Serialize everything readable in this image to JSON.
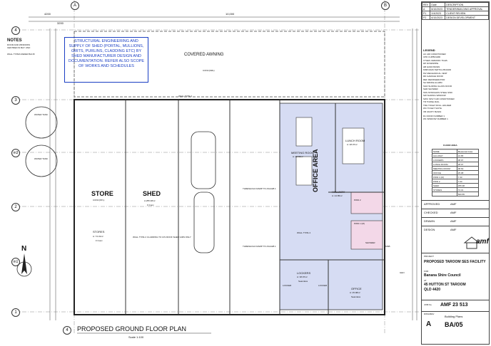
{
  "notes": {
    "title": "NOTES",
    "line1": "DOOR AND WINDOWS",
    "line2": "CENTRED IN BAY UNO",
    "wall_types": "WALL TYPES REFER BA/15"
  },
  "structural_note": "STRUCTURAL ENGINEERING AND SUPPLY OF SHED (PORTAL, MULLIONS, GIRTS, PURLINS, CLADDING ETC) BY SHED MANUFACTURER DESIGN AND DOCUMENTATION. REFER ALSO SCOPE OF WORKS AND SCHEDULES",
  "grid": {
    "top": [
      "A",
      "B"
    ],
    "left": [
      "4",
      "3",
      "m3",
      "2",
      "m1",
      "1"
    ],
    "bottom": [
      "4"
    ]
  },
  "dimensions": {
    "top_left": "4200",
    "top_a": "3200",
    "top_b": "10,000",
    "right_a": "6300",
    "right_b": "5000",
    "right_c": "3000"
  },
  "labels": {
    "covered_awning": "COVERED AWNING",
    "conc_slab": "CONC(SRL)",
    "water_tank_1": "WATER TANK",
    "water_tank_2": "WATER TANK",
    "store": "STORE",
    "store_sub": "CONC(STL)",
    "stores": "STORES",
    "stores_area": "A: 74.31m²",
    "stores_fin": "F:Conc",
    "shed": "SHED",
    "shed_area": "A:255.38m²",
    "shed_fin": "F:Conc",
    "wall_type2": "WALL TYPE 2",
    "wall_type3": "WALL TYPE 3",
    "wall_type4": "WALL TYPE 4",
    "cladding_note": "WALL TYPE 2 CLADDING TO U/S ROOF SHED GIRS ONLY",
    "threshold_ramp": "THRESHOLD RAMP TO AS1428.1",
    "office_area": "OFFICE AREA",
    "meeting_room": "MEETING ROOM",
    "meeting_area": "A: 38.63m²",
    "lunch_room": "LUNCH ROOM",
    "lunch_area": "A: 28.07m²",
    "hallway": "HALLWAY",
    "hallway_area": "A: 24.85m²",
    "pwd1": "PWD 1 (M)",
    "pwd2": "PWD 2",
    "lockers": "LOCKERS",
    "lockers_area": "A: 38.97m²",
    "lockers_fin": "Seamless",
    "office": "OFFICE",
    "office_area_val": "A: 25.98m²",
    "office_fin": "Seamless",
    "locker": "LOCKER",
    "msb": "MSB",
    "gen": "GEN",
    "shower": "SHOWER",
    "plan_title": "PROPOSED GROUND FLOOR PLAN",
    "scale": "Scale 1:100",
    "north": "N"
  },
  "revisions": {
    "headers": [
      "REV",
      "Date",
      "DESCRIPTION"
    ],
    "rows": [
      [
        "A",
        "8/10/2023",
        "TENDER/BUILDING APPROVAL"
      ],
      [
        "P1",
        "2/4/2023",
        "CLIENT REVIEW"
      ],
      [
        "P2",
        "6/10/2023",
        "DESIGN DEVELOPMENT"
      ]
    ]
  },
  "legend": {
    "title": "LEGEND",
    "items": [
      "AC  AIR CONDITIONER",
      "CPD  CUPBOARD",
      "CT&ES  CERAMIC TILES",
      "DP  DOWNPIPE",
      "HB  HAND BASIN",
      "MSB  MAIN SWITCH BOARD",
      "MV  MECHANICAL VENT",
      "RD  GARAGE DOOR",
      "REF  REFRIGERATOR",
      "SA  SMOKE ALARM",
      "SGD  SLIDING GLASS DOOR",
      "SHR  SHOWER",
      "SSS  STAINLESS STEEL SINK",
      "SW  SLIDING WINDOW",
      "SWC  SPLIT AIR CONDITIONER",
      "TR  TOWEL RAIL",
      "TRH  TOILET ROLL HOLDER",
      "WC  TOILET SUITE",
      "VB  VANITY BASIN",
      "D1  DOOR NUMBER 1",
      "W1  WINDOW NUMBER 1"
    ]
  },
  "floor_areas": {
    "title": "FLOOR AREA",
    "headers": [
      "NAME",
      "Measured Area"
    ],
    "rows": [
      [
        "HALLWAY",
        "24.85"
      ],
      [
        "LOCKERS",
        "38.97"
      ],
      [
        "LUNCH ROOM",
        "28.07"
      ],
      [
        "MEETING ROOM",
        "38.63"
      ],
      [
        "OFFICE",
        "25.98"
      ],
      [
        "PWD 1 (M)",
        "7.33"
      ],
      [
        "PWD 2",
        "7.03"
      ],
      [
        "SHED",
        "255.38"
      ],
      [
        "STORES",
        "74.31"
      ]
    ],
    "total": "500.55"
  },
  "title_block": {
    "approved_label": "APPROVED",
    "approved_val": "AMF",
    "checked_label": "CHECKED",
    "checked_val": "AMF",
    "drawn_label": "DRAWN",
    "drawn_val": "AMF",
    "design_label": "DESIGN",
    "design_val": "AMF",
    "firm": "amf",
    "project_label": "PROJECT",
    "project": "PROPOSED TAROOM SES FACILITY",
    "for_label": "FOR",
    "client": "Banana Shire Council",
    "at_label": "AT",
    "address1": "45 HUTTON ST TAROOM",
    "address2": "QLD 4420",
    "job_label": "JOB No.",
    "job_no": "AMF 23 513",
    "dwg_label": "DWG/REV",
    "rev": "A",
    "sheet_title": "Building Plans",
    "sheet_no": "BA/05"
  },
  "colors": {
    "office_fill": "#d6dcf3",
    "pwd_fill": "#f3d8e8",
    "note_blue": "#1a3fc4",
    "line": "#333333"
  }
}
